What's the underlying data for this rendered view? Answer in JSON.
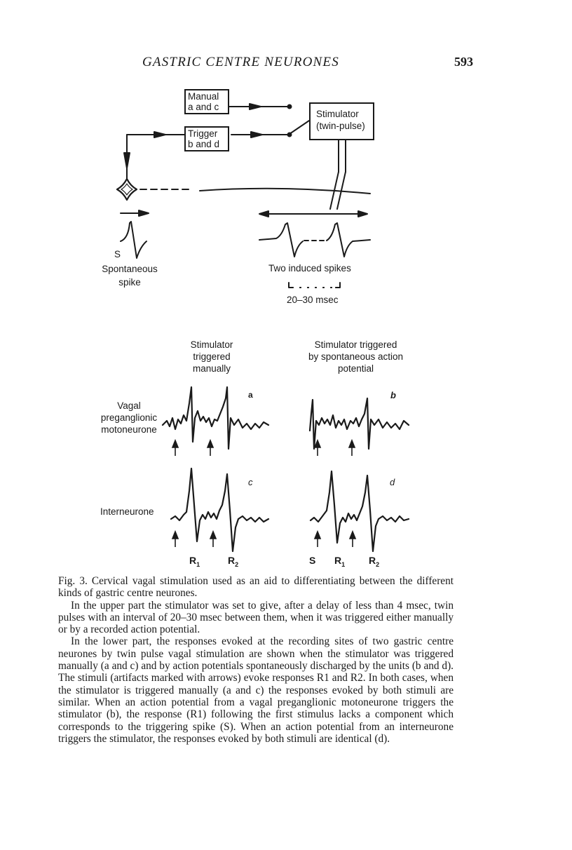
{
  "header": {
    "title": "GASTRIC CENTRE NEURONES",
    "page_number": "593"
  },
  "diagram": {
    "manual_box": [
      "Manual",
      "a and c"
    ],
    "trigger_box": [
      "Trigger",
      "b and d"
    ],
    "stimulator_box": [
      "Stimulator",
      "(twin-pulse)"
    ],
    "spike_s_label": "S",
    "spontaneous_label": [
      "Spontaneous",
      "spike"
    ],
    "induced_label": "Two induced spikes",
    "time_scale": "20–30 msec"
  },
  "traces": {
    "col_manual": [
      "Stimulator",
      "triggered",
      "manually"
    ],
    "col_triggered": [
      "Stimulator triggered",
      "by spontaneous action",
      "potential"
    ],
    "row_vagal": [
      "Vagal",
      "preganglionic",
      "motoneurone"
    ],
    "row_inter": "Interneurone",
    "panel_a": "a",
    "panel_b": "b",
    "panel_c": "c",
    "panel_d": "d",
    "r1": "R",
    "r2": "R",
    "sub1": "1",
    "sub2": "2",
    "s_marker": "S"
  },
  "caption": {
    "p1": "Fig. 3. Cervical vagal stimulation used as an aid to differentiating between the different kinds of gastric centre neurones.",
    "p2": "In the upper part the stimulator was set to give, after a delay of less than 4 msec, twin pulses with an interval of 20–30 msec between them, when it was triggered either manually or by a recorded action potential.",
    "p3": "In the lower part, the responses evoked at the recording sites of two gastric centre neurones by twin pulse vagal stimulation are shown when the stimulator was triggered manually (a and c) and by action potentials spontaneously discharged by the units (b and d). The stimuli (artifacts marked with arrows) evoke responses R1 and R2. In both cases, when the stimulator is triggered manually (a and c) the responses evoked by both stimuli are similar. When an action potential from a vagal preganglionic motoneurone triggers the stimulator (b), the response (R1) following the first stimulus lacks a component which corresponds to the triggering spike (S). When an action potential from an interneurone triggers the stimulator, the responses evoked by both stimuli are identical (d)."
  }
}
